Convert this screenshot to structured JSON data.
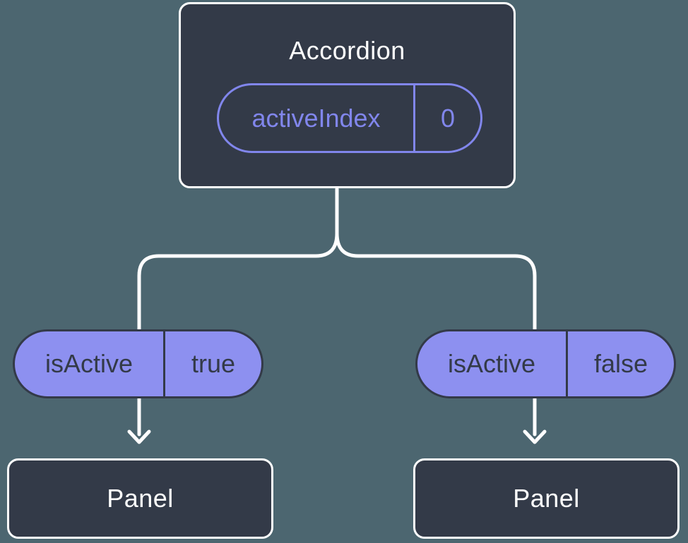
{
  "colors": {
    "background": "#4C6670",
    "node_fill": "#333A48",
    "node_border": "#FFFFFF",
    "connector": "#FFFFFF",
    "pill_fill": "#8D90F0",
    "pill_dark_text": "#333A48",
    "accent_purple": "#8186EC"
  },
  "tree": {
    "root": {
      "title": "Accordion",
      "state_pill": {
        "label": "activeIndex",
        "value": "0"
      }
    },
    "children": [
      {
        "pill": {
          "label": "isActive",
          "value": "true"
        },
        "node": {
          "title": "Panel"
        }
      },
      {
        "pill": {
          "label": "isActive",
          "value": "false"
        },
        "node": {
          "title": "Panel"
        }
      }
    ]
  }
}
